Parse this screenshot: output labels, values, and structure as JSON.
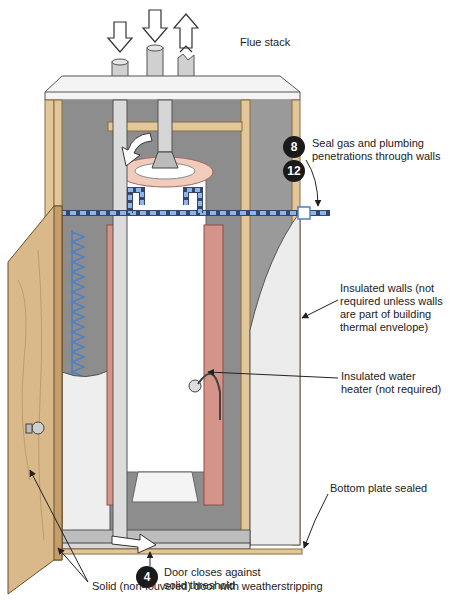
{
  "diagram": {
    "labels": [
      "Flue stack",
      "8",
      "12",
      "Seal gas and plumbing penetrations through walls",
      "Insulated walls (not required unless walls are part of building thermal envelope)",
      "Insulated water heater (not required)",
      "4",
      "Door closes against solid threshold",
      "Bottom plate sealed",
      "Solid (non-louvered) door with weatherstripping"
    ]
  }
}
